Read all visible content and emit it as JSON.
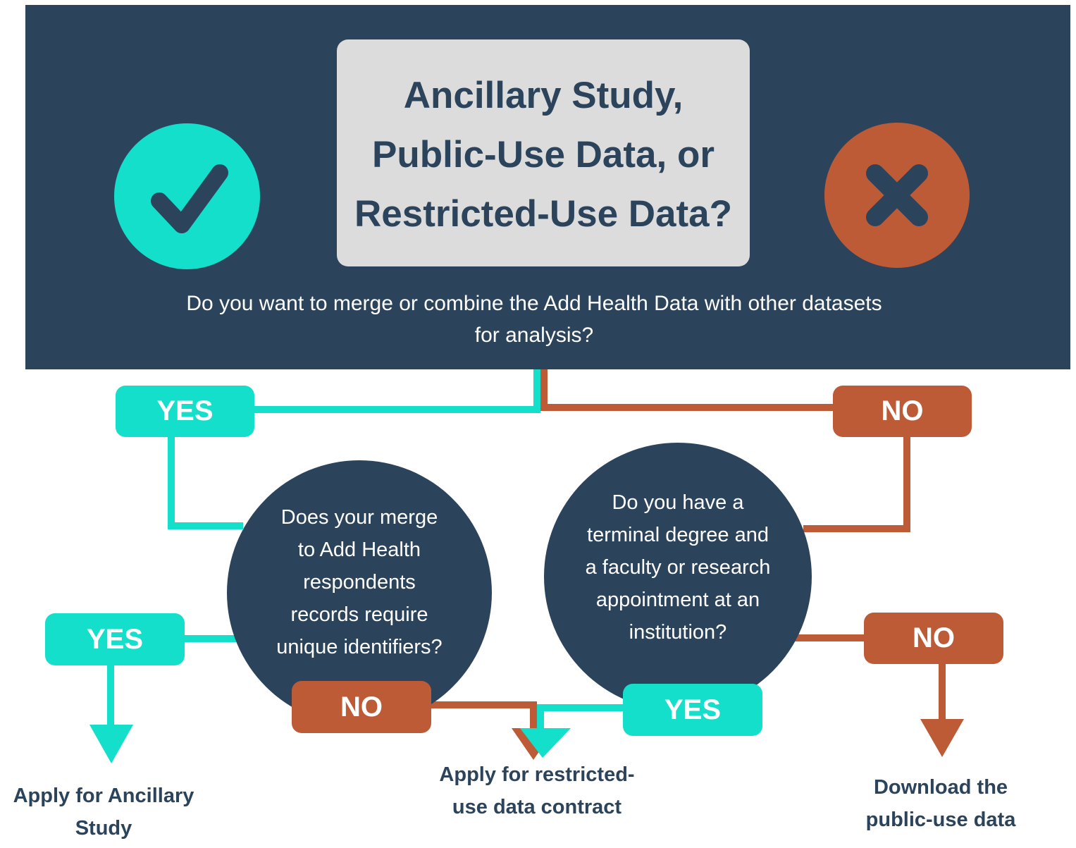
{
  "title": {
    "line1": "Ancillary Study,",
    "line2": "Public-Use Data, or",
    "line3": "Restricted-Use Data?"
  },
  "question_main": "Do you want to merge or combine the Add Health Data with other datasets for analysis?",
  "labels": {
    "yes1": "YES",
    "no1": "NO",
    "yes2": "YES",
    "no2": "NO",
    "no3": "NO",
    "yes3": "YES"
  },
  "question_left": {
    "line1": "Does your merge",
    "line2": "to Add Health",
    "line3": "respondents",
    "line4": "records require",
    "line5": "unique identifiers?"
  },
  "question_right": {
    "line1": "Do you have a",
    "line2": "terminal degree and",
    "line3": "a faculty or research",
    "line4": "appointment at an",
    "line5": "institution?"
  },
  "outcomes": {
    "ancillary": "Apply for Ancillary Study",
    "restricted": "Apply for restricted-use data contract",
    "public": "Download the public-use data"
  },
  "icons": {
    "yes_icon": "check-icon",
    "no_icon": "x-icon"
  },
  "colors": {
    "navy": "#2b445c",
    "teal": "#13dfcb",
    "rust": "#bd5b37",
    "title_box": "#dcdcdc"
  }
}
